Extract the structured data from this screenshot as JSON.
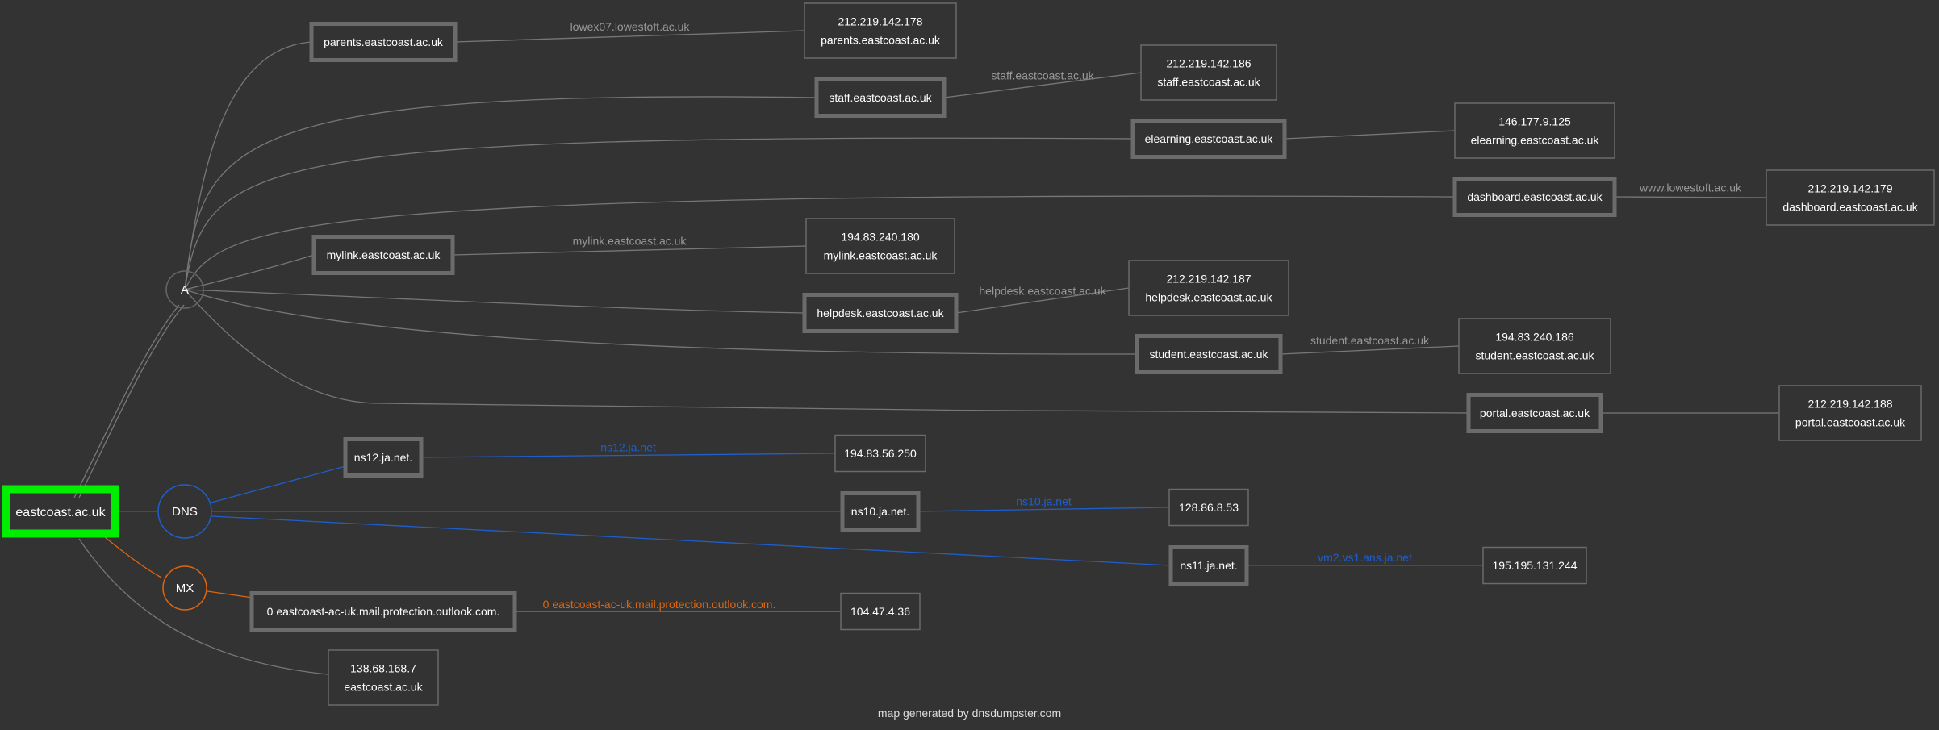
{
  "root": {
    "label": "eastcoast.ac.uk"
  },
  "groups": {
    "a": "A",
    "dns": "DNS",
    "mx": "MX"
  },
  "a_records": [
    {
      "host": "parents.eastcoast.ac.uk",
      "edge": "lowex07.lowestoft.ac.uk",
      "ip": "212.219.142.178",
      "ptr": "parents.eastcoast.ac.uk"
    },
    {
      "host": "staff.eastcoast.ac.uk",
      "edge": "staff.eastcoast.ac.uk",
      "ip": "212.219.142.186",
      "ptr": "staff.eastcoast.ac.uk"
    },
    {
      "host": "elearning.eastcoast.ac.uk",
      "edge": "",
      "ip": "146.177.9.125",
      "ptr": "elearning.eastcoast.ac.uk"
    },
    {
      "host": "dashboard.eastcoast.ac.uk",
      "edge": "www.lowestoft.ac.uk",
      "ip": "212.219.142.179",
      "ptr": "dashboard.eastcoast.ac.uk"
    },
    {
      "host": "mylink.eastcoast.ac.uk",
      "edge": "mylink.eastcoast.ac.uk",
      "ip": "194.83.240.180",
      "ptr": "mylink.eastcoast.ac.uk"
    },
    {
      "host": "helpdesk.eastcoast.ac.uk",
      "edge": "helpdesk.eastcoast.ac.uk",
      "ip": "212.219.142.187",
      "ptr": "helpdesk.eastcoast.ac.uk"
    },
    {
      "host": "student.eastcoast.ac.uk",
      "edge": "student.eastcoast.ac.uk",
      "ip": "194.83.240.186",
      "ptr": "student.eastcoast.ac.uk"
    },
    {
      "host": "portal.eastcoast.ac.uk",
      "edge": "",
      "ip": "212.219.142.188",
      "ptr": "portal.eastcoast.ac.uk"
    }
  ],
  "root_a_record": {
    "ip": "138.68.168.7",
    "ptr": "eastcoast.ac.uk"
  },
  "dns_records": [
    {
      "host": "ns12.ja.net.",
      "edge": "ns12.ja.net",
      "ip": "194.83.56.250"
    },
    {
      "host": "ns10.ja.net.",
      "edge": "ns10.ja.net",
      "ip": "128.86.8.53"
    },
    {
      "host": "ns11.ja.net.",
      "edge": "vm2.vs1.ans.ja.net",
      "ip": "195.195.131.244"
    }
  ],
  "mx_records": [
    {
      "host": "0 eastcoast-ac-uk.mail.protection.outlook.com.",
      "edge": "0 eastcoast-ac-uk.mail.protection.outlook.com.",
      "ip": "104.47.4.36"
    }
  ],
  "footer": "map generated by dnsdumpster.com",
  "colors": {
    "background": "#333333",
    "root_border": "#00ee00",
    "node_border": "#6b6b6b",
    "a_edge": "#777777",
    "dns_edge": "#1f5fcc",
    "mx_edge": "#dd6611",
    "text": "#ffffff",
    "edge_label_a": "#999999"
  }
}
